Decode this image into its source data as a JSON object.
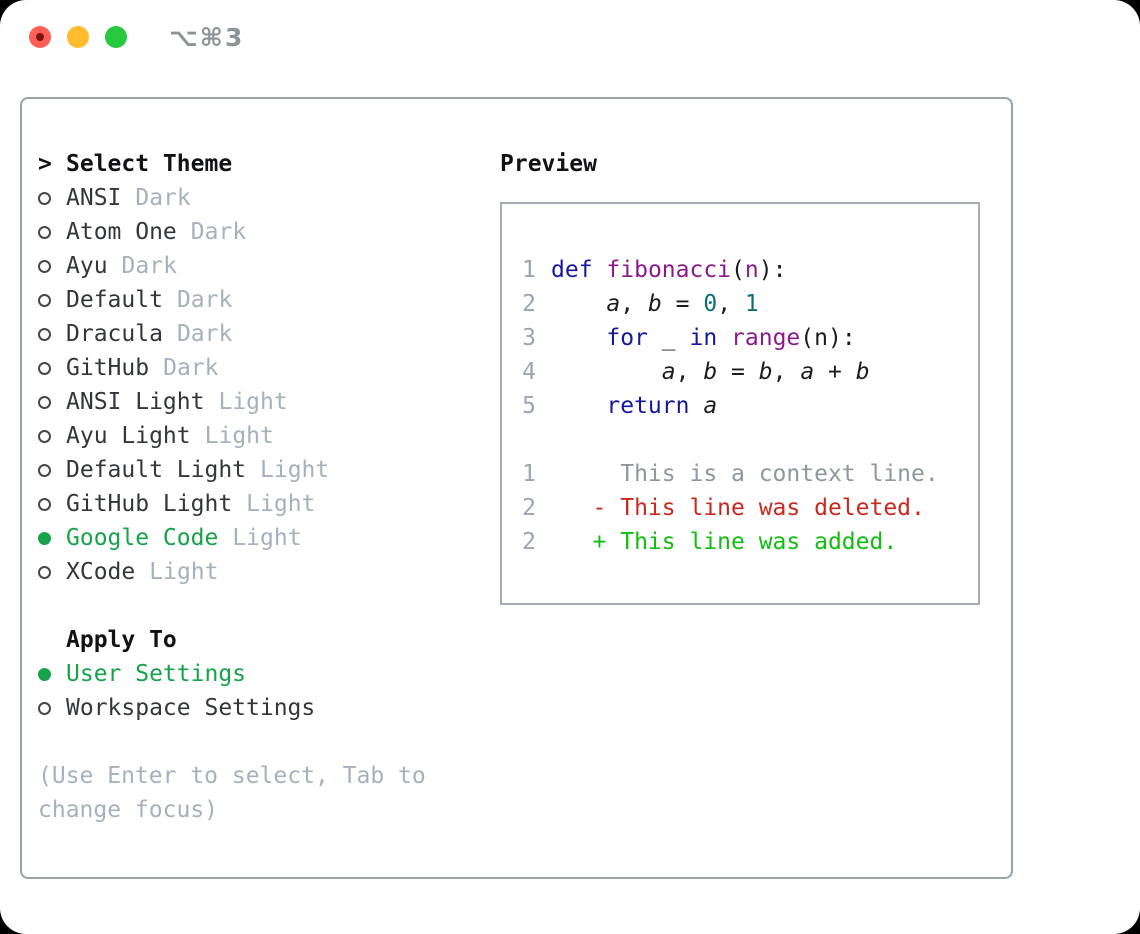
{
  "titlebar": {
    "title": "⌥⌘3"
  },
  "theme_picker": {
    "cursor": ">",
    "title": "Select Theme",
    "themes": [
      {
        "name": "ANSI",
        "variant": "Dark",
        "selected": false
      },
      {
        "name": "Atom One",
        "variant": "Dark",
        "selected": false
      },
      {
        "name": "Ayu",
        "variant": "Dark",
        "selected": false
      },
      {
        "name": "Default",
        "variant": "Dark",
        "selected": false
      },
      {
        "name": "Dracula",
        "variant": "Dark",
        "selected": false
      },
      {
        "name": "GitHub",
        "variant": "Dark",
        "selected": false
      },
      {
        "name": "ANSI Light",
        "variant": "Light",
        "selected": false
      },
      {
        "name": "Ayu Light",
        "variant": "Light",
        "selected": false
      },
      {
        "name": "Default Light",
        "variant": "Light",
        "selected": false
      },
      {
        "name": "GitHub Light",
        "variant": "Light",
        "selected": false
      },
      {
        "name": "Google Code",
        "variant": "Light",
        "selected": true
      },
      {
        "name": "XCode",
        "variant": "Light",
        "selected": false
      }
    ]
  },
  "apply_to": {
    "title": "Apply To",
    "options": [
      {
        "label": "User Settings",
        "selected": true
      },
      {
        "label": "Workspace Settings",
        "selected": false
      }
    ]
  },
  "help_text": "(Use Enter to select, Tab to change focus)",
  "preview": {
    "title": "Preview",
    "lines": [
      {
        "num": "1",
        "segments": [
          [
            "kw",
            "def"
          ],
          [
            "pl",
            " "
          ],
          [
            "fn",
            "fibonacci"
          ],
          [
            "pl",
            "("
          ],
          [
            "fn",
            "n"
          ],
          [
            "pl",
            "):"
          ]
        ]
      },
      {
        "num": "2",
        "segments": [
          [
            "pl",
            "    "
          ],
          [
            "va",
            "a"
          ],
          [
            "pl",
            ", "
          ],
          [
            "va",
            "b"
          ],
          [
            "pl",
            " = "
          ],
          [
            "nu",
            "0"
          ],
          [
            "pl",
            ", "
          ],
          [
            "nu",
            "1"
          ]
        ]
      },
      {
        "num": "3",
        "segments": [
          [
            "pl",
            "    "
          ],
          [
            "kw",
            "for"
          ],
          [
            "pl",
            " _ "
          ],
          [
            "kw",
            "in"
          ],
          [
            "pl",
            " "
          ],
          [
            "fn",
            "range"
          ],
          [
            "pl",
            "("
          ],
          [
            "pl",
            "n"
          ],
          [
            "pl",
            "):"
          ]
        ]
      },
      {
        "num": "4",
        "segments": [
          [
            "pl",
            "        "
          ],
          [
            "va",
            "a"
          ],
          [
            "pl",
            ", "
          ],
          [
            "va",
            "b"
          ],
          [
            "pl",
            " = "
          ],
          [
            "va",
            "b"
          ],
          [
            "pl",
            ", "
          ],
          [
            "va",
            "a"
          ],
          [
            "pl",
            " + "
          ],
          [
            "va",
            "b"
          ]
        ]
      },
      {
        "num": "5",
        "segments": [
          [
            "pl",
            "    "
          ],
          [
            "kw",
            "return"
          ],
          [
            "pl",
            " "
          ],
          [
            "va",
            "a"
          ]
        ]
      },
      {
        "num": "",
        "segments": []
      },
      {
        "num": "1",
        "segments": [
          [
            "cx",
            "     This is a context line."
          ]
        ]
      },
      {
        "num": "2",
        "segments": [
          [
            "de",
            "   - This line was deleted."
          ]
        ]
      },
      {
        "num": "2",
        "segments": [
          [
            "ad",
            "   + This line was added."
          ]
        ]
      }
    ]
  },
  "colors": {
    "accent_green": "#16a34a",
    "keyword_blue": "#17179c",
    "function_purple": "#8a1b8a",
    "number_teal": "#0e6f72",
    "diff_deleted_red": "#c9281e",
    "diff_added_green": "#12bd12",
    "context_gray": "#8f969e",
    "line_number_gray": "#9aa4b2",
    "muted_gray": "#a7b0bc",
    "text_dark": "#33363b",
    "heading_black": "#111215",
    "panel_border": "#9aa2ac",
    "preview_border": "#a6abb3",
    "titlebar_gray": "#8e9398",
    "traffic_red": "#ff5f57",
    "traffic_red_dot": "#7d1410",
    "traffic_yellow": "#febc2e",
    "traffic_green": "#28c840"
  }
}
